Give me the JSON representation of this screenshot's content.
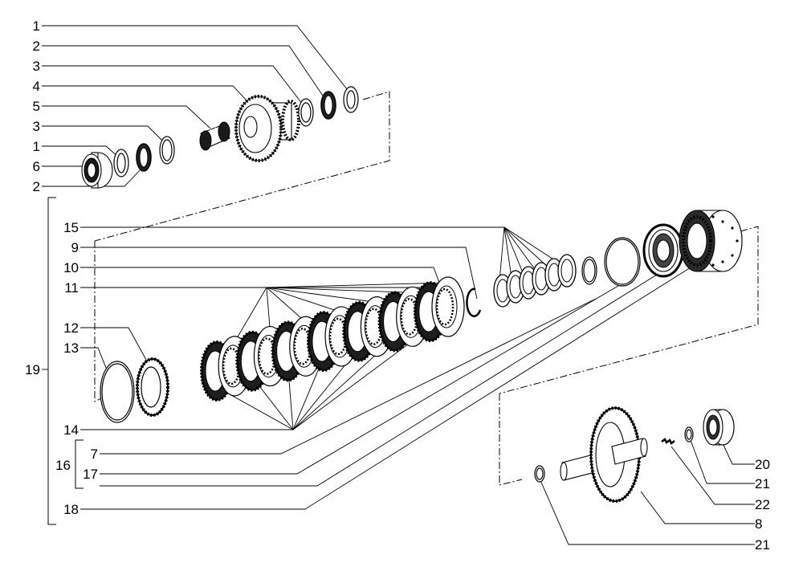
{
  "callouts": {
    "l1a": "1",
    "l2a": "2",
    "l3a": "3",
    "l4": "4",
    "l5": "5",
    "l3b": "3",
    "l1b": "1",
    "l6": "6",
    "l2b": "2",
    "l15": "15",
    "l9": "9",
    "l10": "10",
    "l11": "11",
    "l12": "12",
    "l13": "13",
    "l19": "19",
    "l14": "14",
    "l7": "7",
    "l16": "16",
    "l17": "17",
    "l18": "18",
    "l20": "20",
    "l21a": "21",
    "l22": "22",
    "l8": "8",
    "l21b": "21"
  },
  "icons": {
    "bearing": "bearing-icon",
    "gear": "gear-icon",
    "ring": "ring-icon",
    "clutch_disc": "clutch-disc-icon",
    "drum": "clutch-drum-icon",
    "shaft_gear": "shaft-gear-icon"
  }
}
